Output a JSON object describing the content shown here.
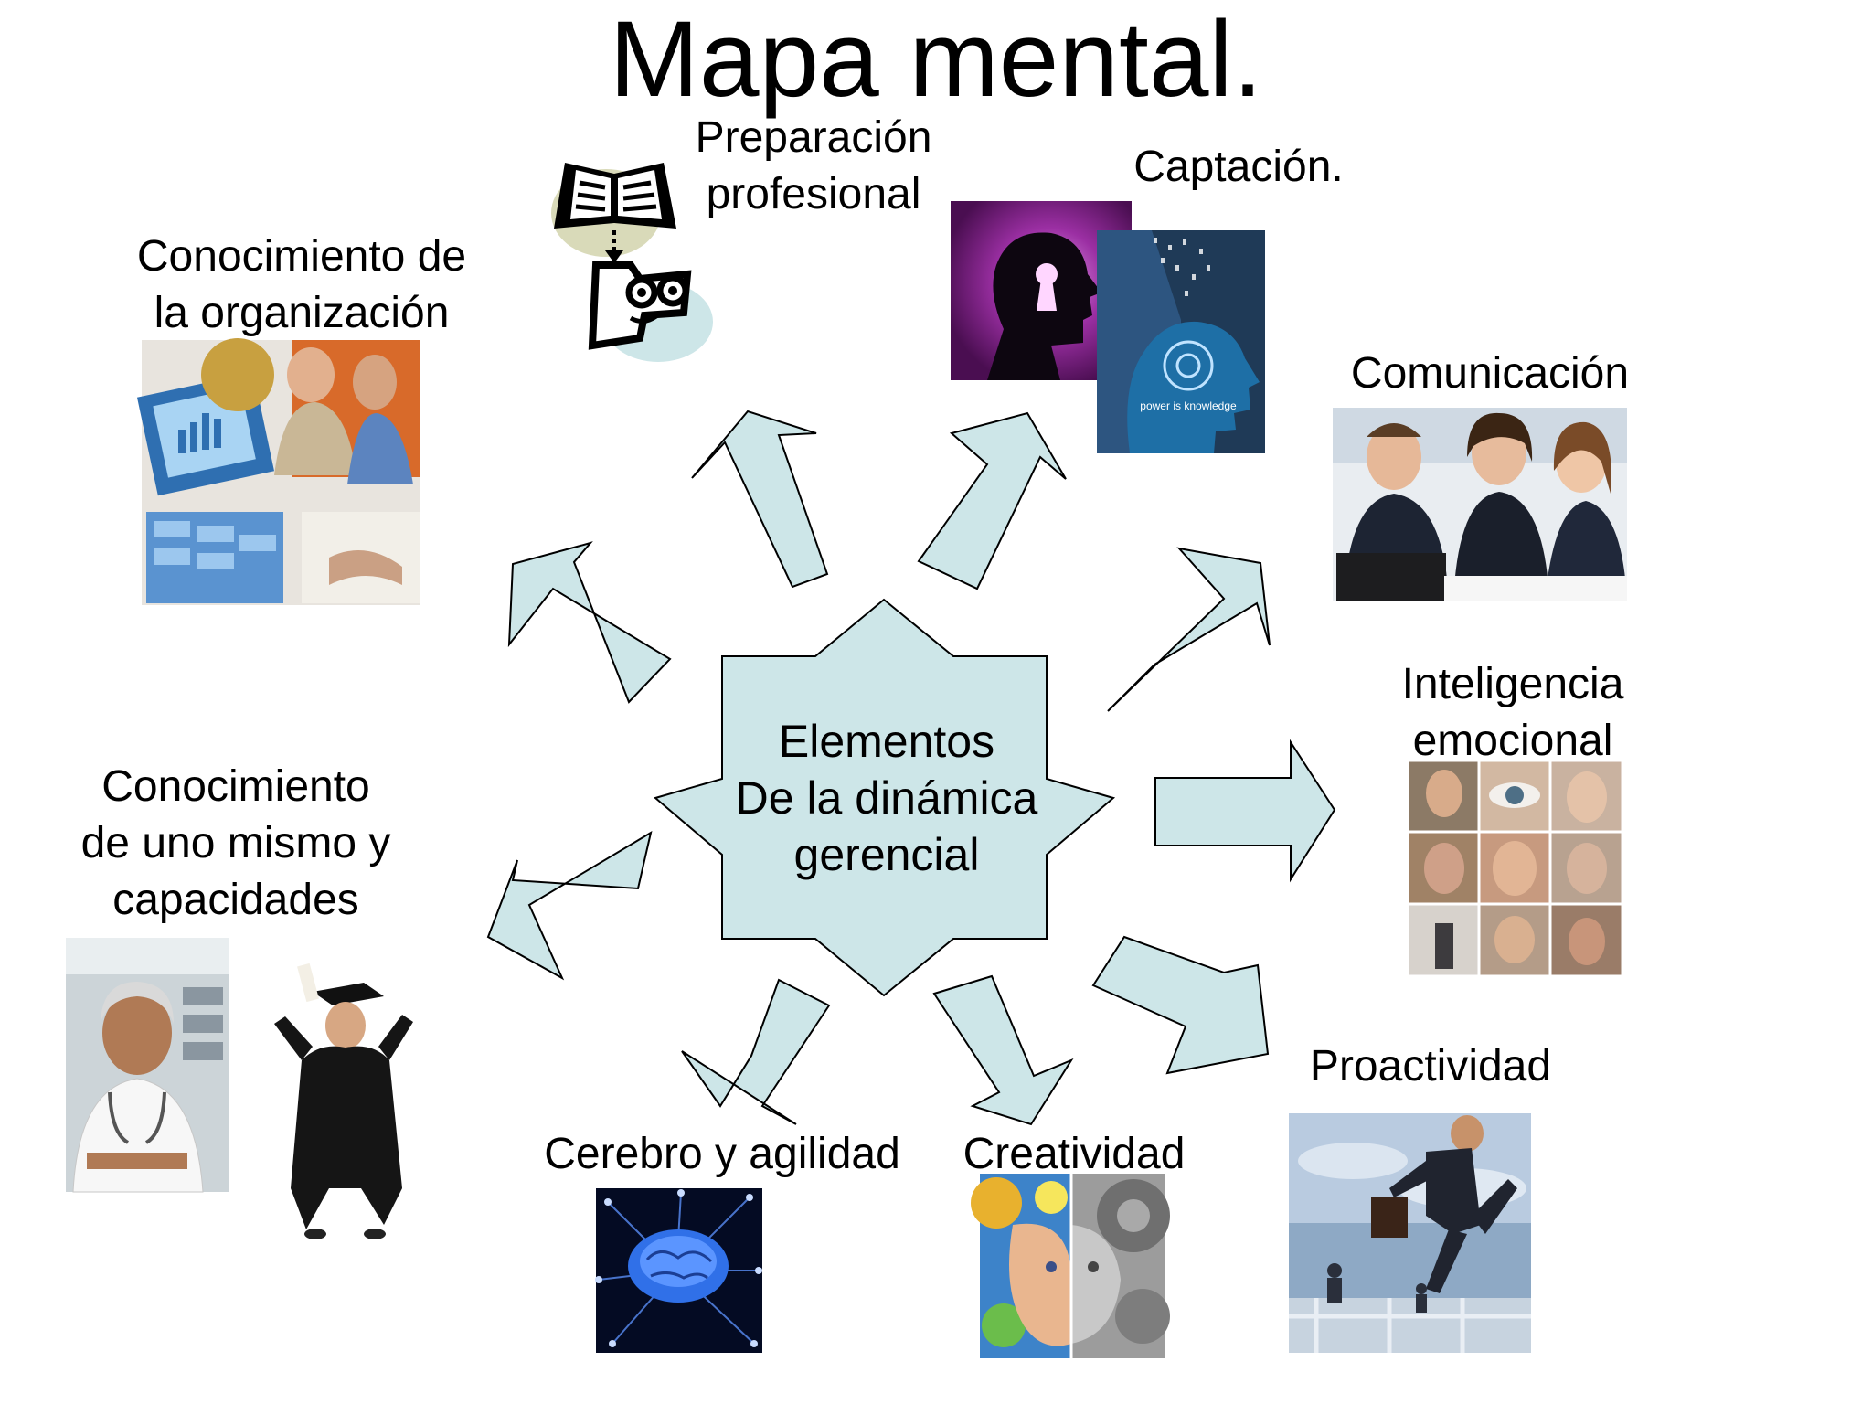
{
  "title": "Mapa mental.",
  "center": {
    "lines": [
      "Elementos",
      "De la dinámica",
      "gerencial"
    ]
  },
  "nodes": {
    "preparacion": [
      "Preparación",
      "profesional"
    ],
    "captacion": [
      "Captación."
    ],
    "conocimiento_org": [
      "Conocimiento de",
      "la organización"
    ],
    "comunicacion": [
      "Comunicación"
    ],
    "inteligencia": [
      "Inteligencia",
      "emocional"
    ],
    "conocimiento_uno": [
      "Conocimiento",
      "de uno mismo y",
      "capacidades"
    ],
    "proactividad": [
      "Proactividad"
    ],
    "cerebro": [
      "Cerebro y agilidad"
    ],
    "creatividad": [
      "Creatividad"
    ]
  },
  "image_texts": {
    "knowledge_head": "power is knowledge"
  },
  "colors": {
    "shape_fill": "#cde6e8",
    "shape_stroke": "#000000",
    "text": "#000000"
  }
}
